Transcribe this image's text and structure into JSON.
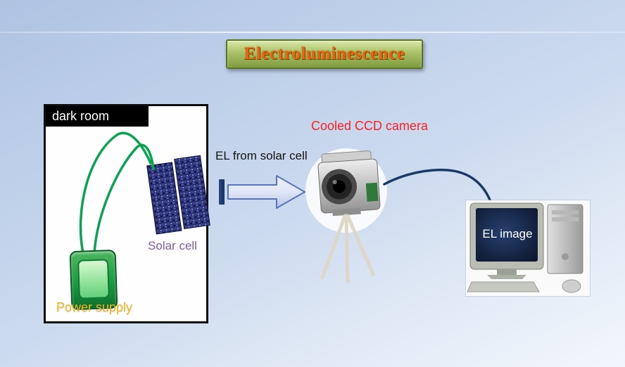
{
  "slide": {
    "title": "Electroluminescence"
  },
  "dark_room": {
    "label": "dark room",
    "solar_cell_label": "Solar cell",
    "power_supply_label": "Power supply"
  },
  "flow": {
    "el_arrow_label": "EL from solar cell",
    "camera_label": "Cooled CCD camera",
    "monitor_label": "EL image"
  },
  "colors": {
    "slide_background": "#c3d3ea",
    "title_text": "#e8650e",
    "title_box_green": "#8aa446",
    "title_box_border": "#5a7426",
    "camera_label_red": "#ff2222",
    "solar_cell_label_purple": "#7b5ca5",
    "power_supply_label_yellow": "#f0b723",
    "wire_green": "#0aa352",
    "cable_navy": "#1b3a66",
    "arrow_outline_blue": "#5a74b8",
    "dark_room_border": "#0d0d0d"
  }
}
